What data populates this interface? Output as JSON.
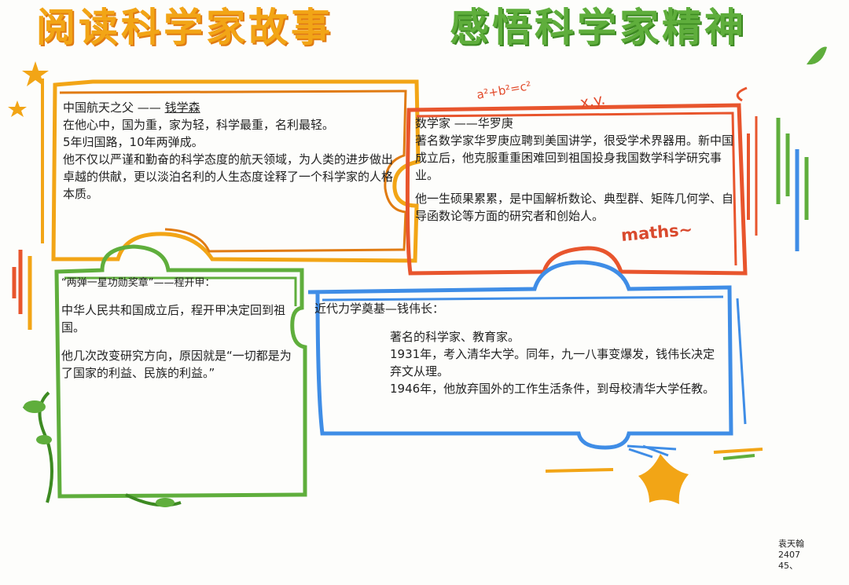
{
  "title": {
    "left": "阅读科学家故事",
    "right": "感悟科学家精神"
  },
  "box1": {
    "heading_prefix": "中国航天之父 ——",
    "heading_name": "钱学森",
    "lines": [
      "在他心中，国为重，家为轻，科学最重，名利最轻。",
      "5年归国路，10年两弹成。",
      "他不仅以严谨和勤奋的科学态度的航天领域，为人类的进步做出卓越的供献，更以淡泊名利的人生态度诠释了一个科学家的人格本质。"
    ]
  },
  "box2": {
    "heading": "数学家 ——华罗庚",
    "lines": [
      "著名数学家华罗庚应聘到美国讲学，很受学术界器用。新中国成立后，他克服重重困难回到祖国投身我国数学科学研究事业。",
      "他一生硕果累累，是中国解析数论、典型群、矩阵几何学、自导函数论等方面的研究者和创始人。"
    ]
  },
  "box3": {
    "heading": "“两弹一星功勋奖章”——程开甲：",
    "lines": [
      "中华人民共和国成立后，程开甲决定回到祖国。",
      "他几次改变研究方向，原因就是“一切都是为了国家的利益、民族的利益。”"
    ]
  },
  "box4": {
    "heading": "近代力学奠基—钱伟长：",
    "lines": [
      "著名的科学家、教育家。",
      "1931年，考入清华大学。同年，九一八事变爆发，钱伟长决定弃文从理。",
      "1946年，他放弃国外的工作生活条件，到母校清华大学任教。"
    ]
  },
  "doodles": {
    "formula": "a²+b²=c²",
    "xy": "x.y.",
    "maths": "maths~"
  },
  "signature": {
    "name": "袁天翰",
    "class": "2407",
    "number": "45、"
  },
  "colors": {
    "orange": "#f2a516",
    "green": "#5fae3c",
    "red": "#e8552d",
    "blue": "#3f8de6"
  }
}
